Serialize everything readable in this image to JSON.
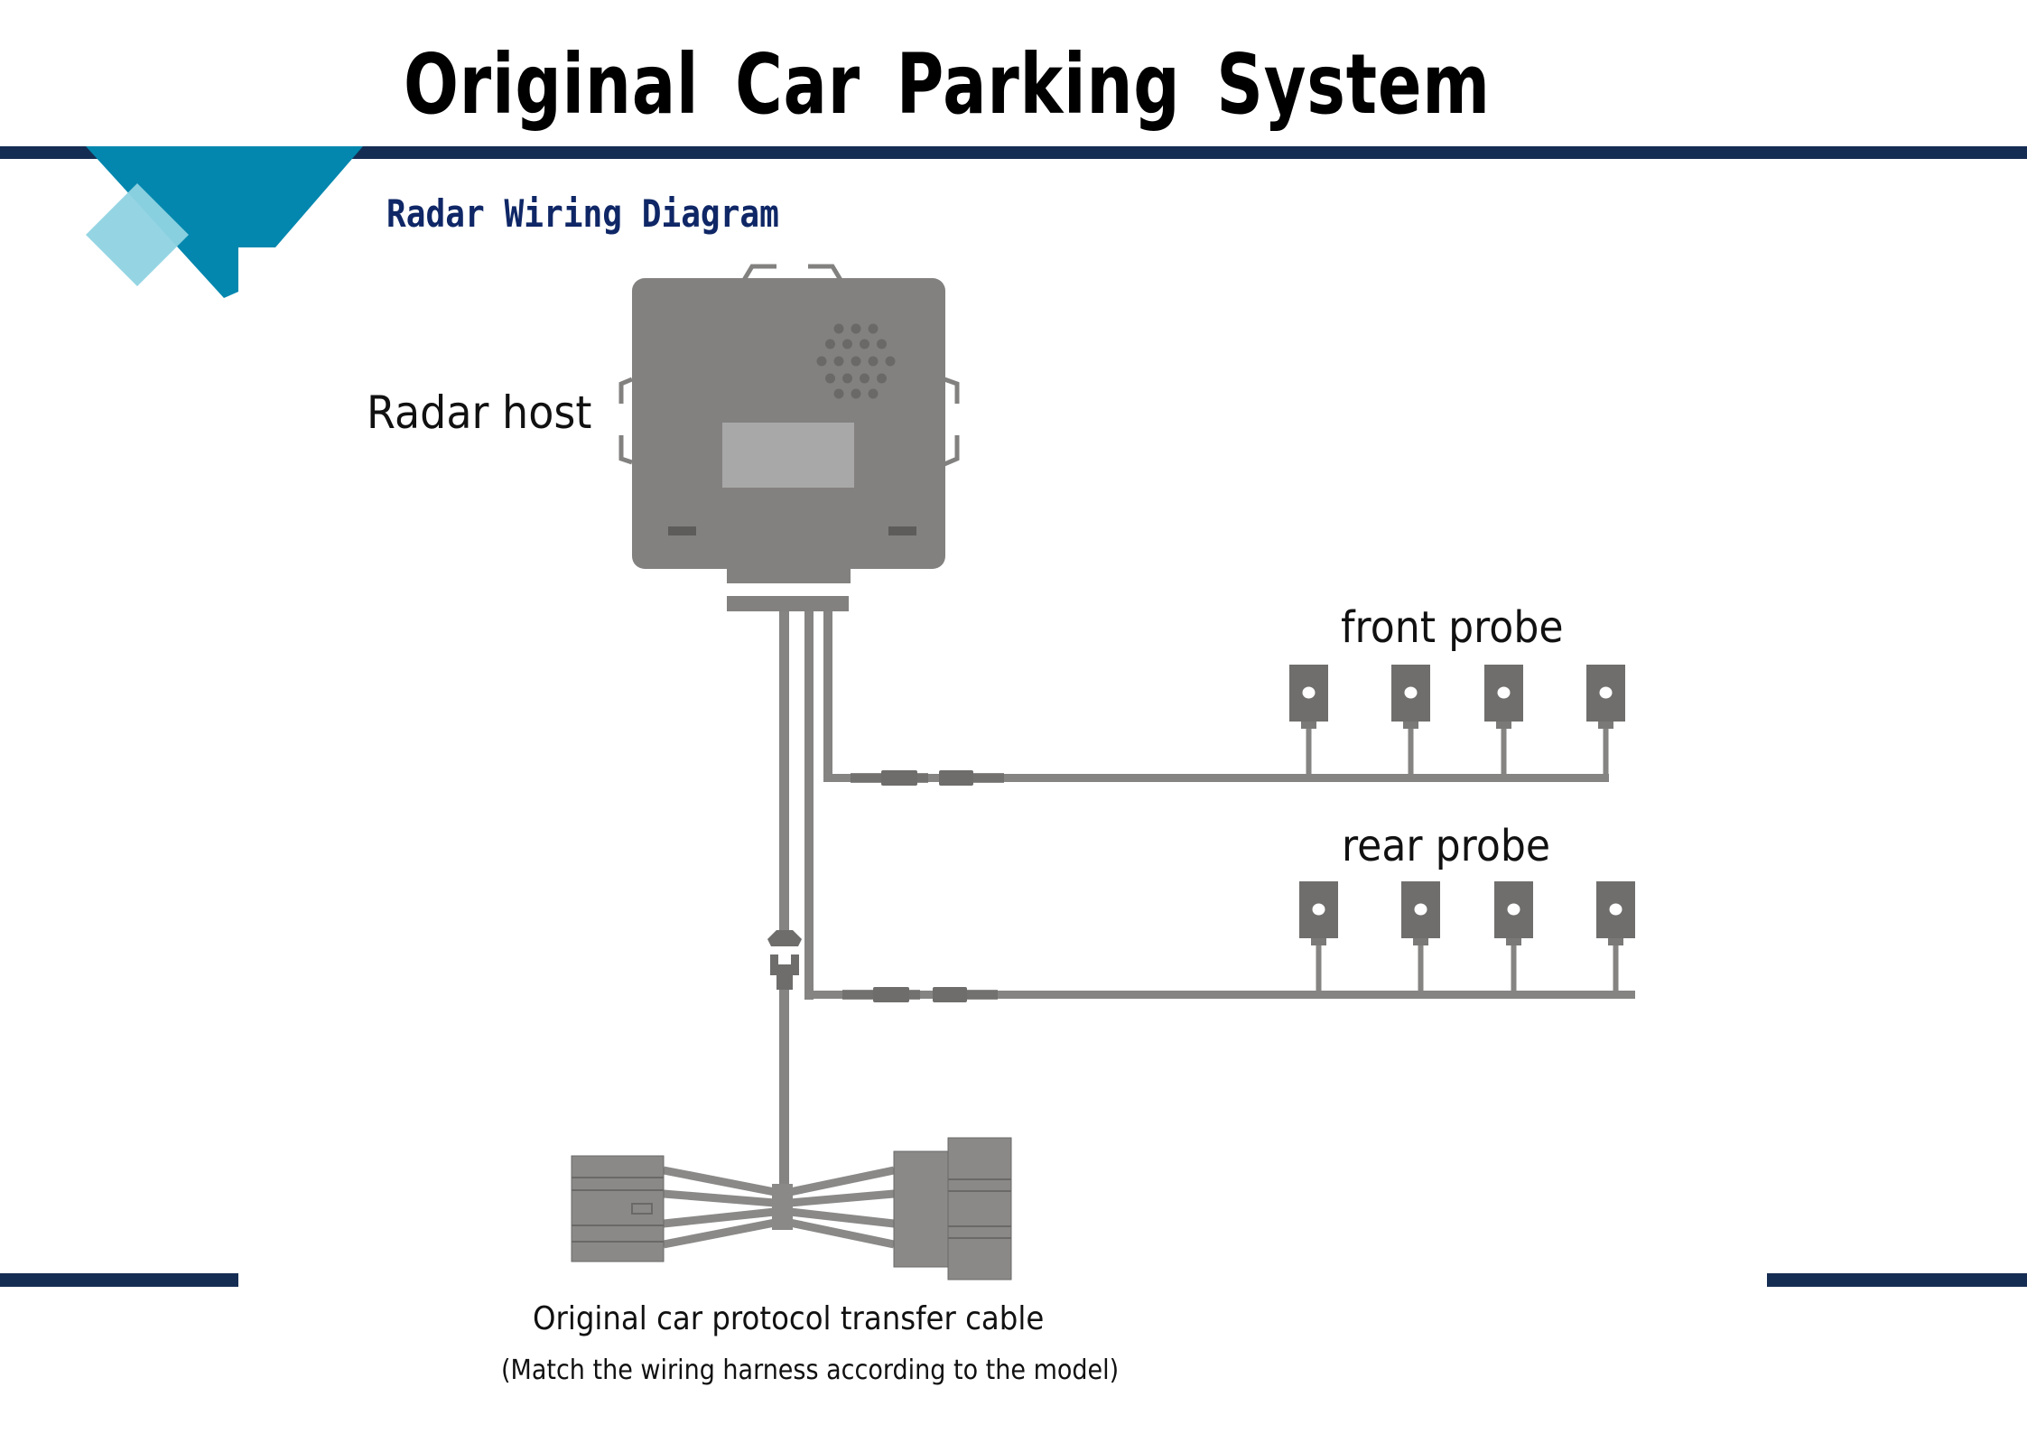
{
  "header": {
    "title": "Original Car Parking System",
    "subtitle": "Radar Wiring Diagram"
  },
  "diagram": {
    "labels": {
      "radar_host": "Radar host",
      "front_probe": "front probe",
      "rear_probe": "rear probe",
      "cable": "Original car protocol transfer cable",
      "cable_note": "(Match the wiring harness according to the model)"
    },
    "front_probes": [
      {
        "name": "front-probe-1"
      },
      {
        "name": "front-probe-2"
      },
      {
        "name": "front-probe-3"
      },
      {
        "name": "front-probe-4"
      }
    ],
    "rear_probes": [
      {
        "name": "rear-probe-1"
      },
      {
        "name": "rear-probe-2"
      },
      {
        "name": "rear-probe-3"
      },
      {
        "name": "rear-probe-4"
      }
    ]
  },
  "colors": {
    "navy_bar": "#162d53",
    "teal": "#0387ae",
    "light_teal": "#8fd3e2",
    "device_gray": "#838180",
    "probe_gray": "#6f6e6d",
    "wire_gray": "#858483",
    "screen_gray": "#a8a8a8",
    "subtitle_blue": "#0f2766"
  }
}
